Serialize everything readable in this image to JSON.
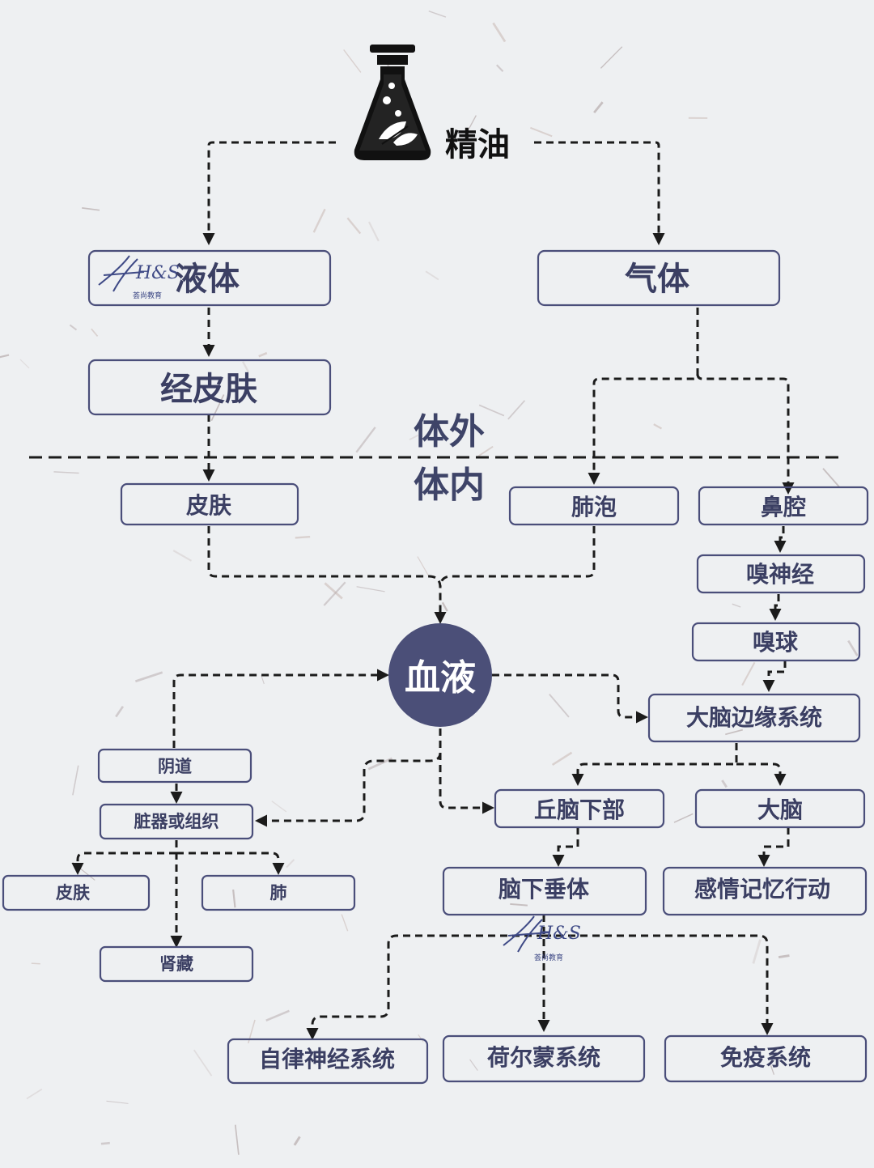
{
  "top": {
    "label": "精油"
  },
  "regions": {
    "outside": "体外",
    "inside": "体内"
  },
  "watermark": {
    "mark": "H&S",
    "caption": "荟尚教育"
  },
  "colors": {
    "accent": "#4b4f78",
    "box_border": "#4a4e7a",
    "text": "#3b3f63",
    "background": "#eef0f2"
  },
  "icons": {
    "top": "essential-oil-bottle-icon"
  },
  "nodes": {
    "liquid": "液体",
    "gas": "气体",
    "transdermal": "经皮肤",
    "skin_in": "皮肤",
    "alveoli": "肺泡",
    "nasal_cavity": "鼻腔",
    "olfactory_nerve": "嗅神经",
    "olfactory_bulb": "嗅球",
    "blood": "血液",
    "limbic_system": "大脑边缘系统",
    "vagina": "阴道",
    "organs_tissues": "脏器或组织",
    "hypothalamus": "丘脑下部",
    "cerebrum": "大脑",
    "skin_out": "皮肤",
    "lung": "肺",
    "kidney": "肾藏",
    "pituitary": "脑下垂体",
    "emotion": "感情记忆行动",
    "autonomic": "自律神经系统",
    "hormone": "荷尔蒙系统",
    "immune": "免疫系统"
  }
}
